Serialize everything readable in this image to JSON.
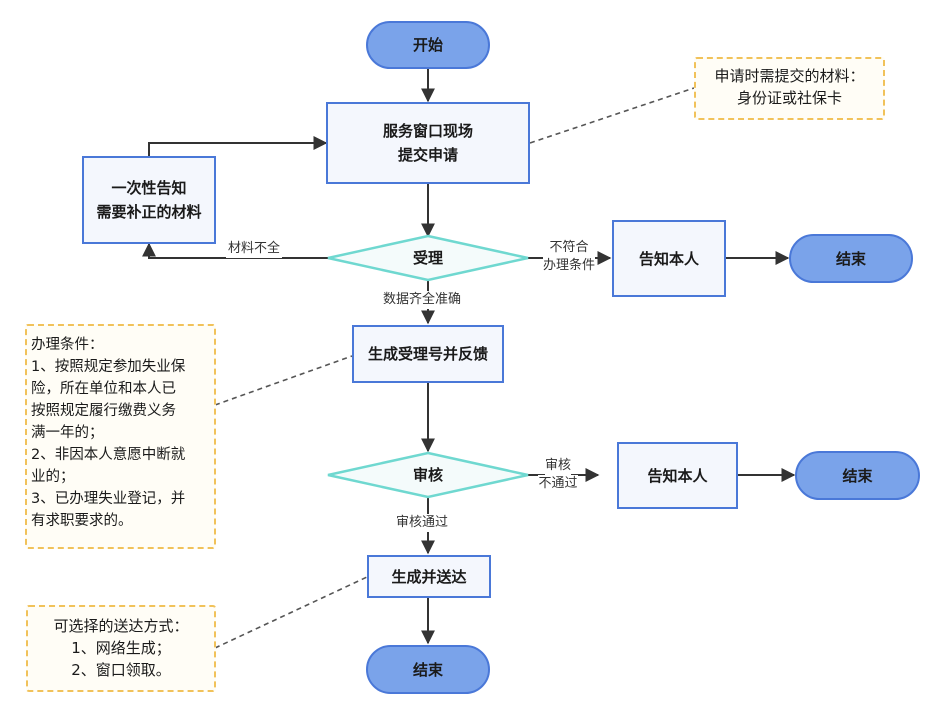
{
  "nodes": {
    "start": "开始",
    "service_window": [
      "服务窗口现场",
      "提交申请"
    ],
    "one_time_notice": [
      "一次性告知",
      "需要补正的材料"
    ],
    "accept": "受理",
    "notify_1": "告知本人",
    "end_1": "结束",
    "generate_number": "生成受理号并反馈",
    "review": "审核",
    "notify_2": "告知本人",
    "end_2": "结束",
    "generate_send": "生成并送达",
    "end_3": "结束"
  },
  "edge_labels": {
    "materials_incomplete": "材料不全",
    "not_meet": [
      "不符合",
      "办理条件"
    ],
    "data_complete": "数据齐全准确",
    "review_fail": [
      "审核",
      "不通过"
    ],
    "review_pass": "审核通过"
  },
  "notes": {
    "materials": [
      "申请时需提交的材料：",
      "身份证或社保卡"
    ],
    "conditions": [
      "办理条件：",
      "1、按照规定参加失业保",
      "险，所在单位和本人已",
      "按照规定履行缴费义务",
      "满一年的；",
      "2、非因本人意愿中断就",
      "业的；",
      "3、已办理失业登记，并",
      "有求职要求的。"
    ],
    "delivery": [
      "可选择的送达方式：",
      "1、网络生成；",
      "2、窗口领取。"
    ]
  },
  "colors": {
    "terminal_fill": "#7aa3ea",
    "terminal_border": "#4a78d8",
    "process_fill": "#f4f7fd",
    "decision_border": "#6fd8d0",
    "note_border": "#f1c25a",
    "arrow": "#333333",
    "dashed_connector": "#555555"
  }
}
